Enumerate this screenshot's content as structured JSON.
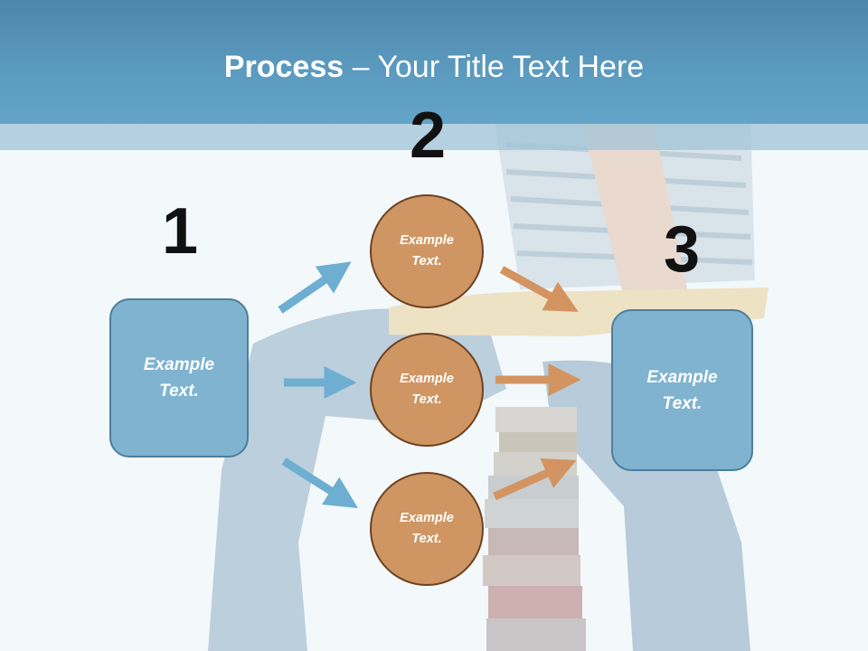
{
  "title": {
    "bold": "Process",
    "rest": " – Your Title Text Here"
  },
  "steps": {
    "one": {
      "number": "1",
      "text": "Example Text."
    },
    "two": {
      "number": "2",
      "circles": [
        "Example Text.",
        "Example Text.",
        "Example Text."
      ]
    },
    "three": {
      "number": "3",
      "text": "Example Text."
    }
  },
  "colors": {
    "header": "#5c9bc0",
    "blue_box": "#7fb3d0",
    "orange_circle": "#cf9663",
    "blue_arrow": "#6eaed0",
    "orange_arrow": "#d39461"
  }
}
